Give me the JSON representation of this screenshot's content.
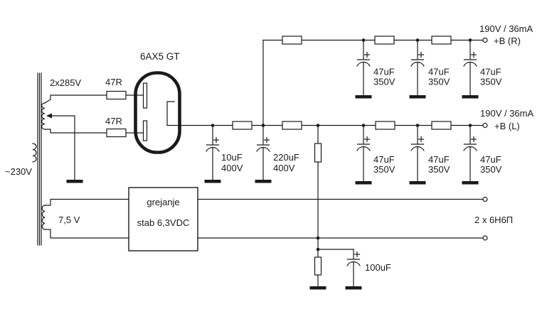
{
  "colors": {
    "ink": "#1a1a1a",
    "background": "#ffffff"
  },
  "transformer": {
    "primary_label": "~230V",
    "hv_secondary_label": "2x285V",
    "heater_secondary_label": "7,5 V"
  },
  "rectifier": {
    "tube_label": "6AX5 GT",
    "anode_resistor_top": "47R",
    "anode_resistor_bottom": "47R"
  },
  "filter": {
    "cap1_value": "10uF",
    "cap1_voltage": "400V",
    "cap2_value": "220uF",
    "cap2_voltage": "400V",
    "bottom_cap_value": "100uF"
  },
  "rail_r": {
    "caps": [
      {
        "value": "47uF",
        "voltage": "350V"
      },
      {
        "value": "47uF",
        "voltage": "350V"
      },
      {
        "value": "47uF",
        "voltage": "350V"
      }
    ],
    "output_rating": "190V / 36mA",
    "output_label": "+B (R)"
  },
  "rail_l": {
    "caps": [
      {
        "value": "47uF",
        "voltage": "350V"
      },
      {
        "value": "47uF",
        "voltage": "350V"
      },
      {
        "value": "47uF",
        "voltage": "350V"
      }
    ],
    "output_rating": "190V / 36mA",
    "output_label": "+B (L)"
  },
  "heater": {
    "box_line1": "grejanje",
    "box_line2": "stab 6,3VDC",
    "output_label": "2 x 6Н6П"
  }
}
